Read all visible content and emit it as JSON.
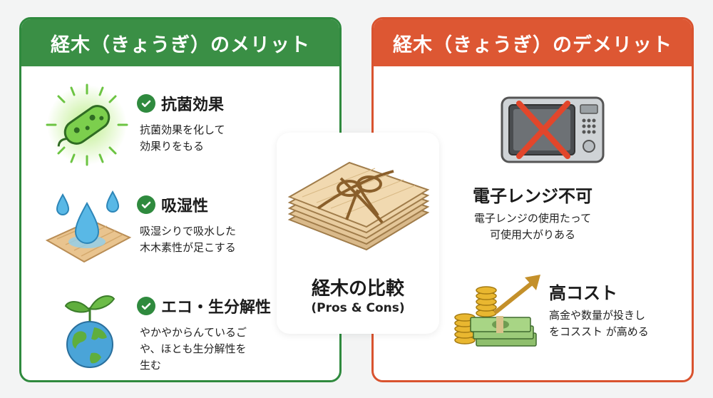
{
  "left_panel": {
    "heading": "経木（きょうぎ）のメリット",
    "items": [
      {
        "title": "抗菌効果",
        "desc": "抗菌効果を化して\n効果りをもる",
        "icon": "bacteria-icon"
      },
      {
        "title": "吸湿性",
        "desc": "吸湿シりで吸水した\n木木素性が足こする",
        "icon": "water-drops-icon"
      },
      {
        "title": "エコ・生分解性",
        "desc": "やかやからんているご\nや、ほとも生分解性を\n生む",
        "icon": "earth-sprout-icon"
      }
    ]
  },
  "center": {
    "title": "経木の比較",
    "subtitle": "(Pros & Cons)",
    "icon": "tied-wood-sheets-icon"
  },
  "right_panel": {
    "heading": "経木（きょうぎ）のデメリット",
    "items": [
      {
        "title": "電子レンジ不可",
        "desc": "電子レンジの使用たって\n可使用大がりある",
        "icon": "microwave-crossed-icon"
      },
      {
        "title": "高コスト",
        "desc": "高金や数量が投きし\nをコススト が高める",
        "icon": "money-coins-arrow-icon"
      }
    ]
  },
  "colors": {
    "merit": "#3a8f45",
    "demerit": "#dd5733"
  }
}
